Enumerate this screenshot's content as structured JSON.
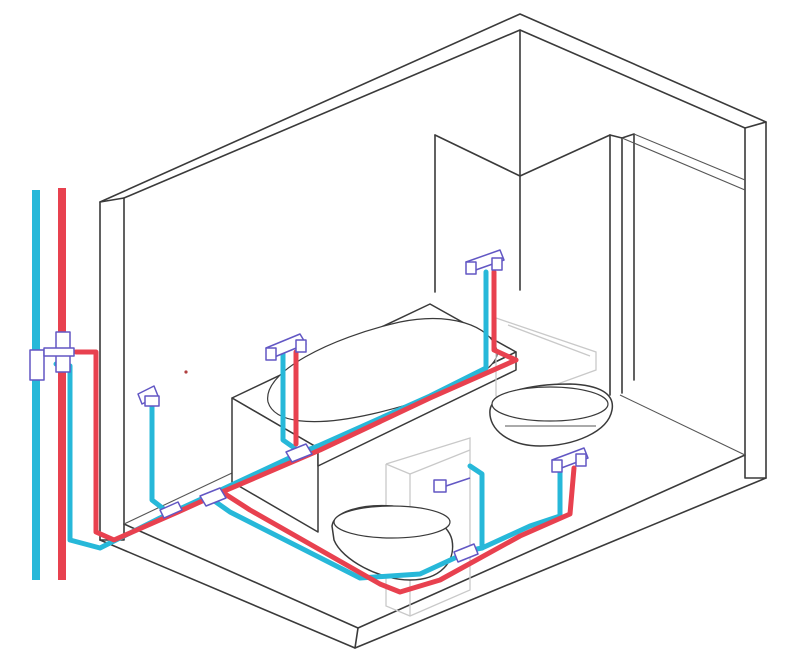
{
  "colors": {
    "hot_pipe": "#e8414f",
    "cold_pipe": "#27b8d9",
    "fitting": "#6257c4",
    "outline": "#3a3a3a",
    "background": "#ffffff"
  },
  "elements": {
    "risers": [
      "cold-water-riser",
      "hot-water-riser"
    ],
    "fixtures": [
      "bathtub",
      "shower-tray",
      "washbasin",
      "wall-hung-toilet",
      "toilet-cistern-frame",
      "bidet-outlet"
    ],
    "fittings": [
      "riser-manifold",
      "bath-mixer",
      "shower-mixer",
      "basin-mixer",
      "bidet-mixer",
      "toilet-valve",
      "washing-machine-valve"
    ]
  }
}
